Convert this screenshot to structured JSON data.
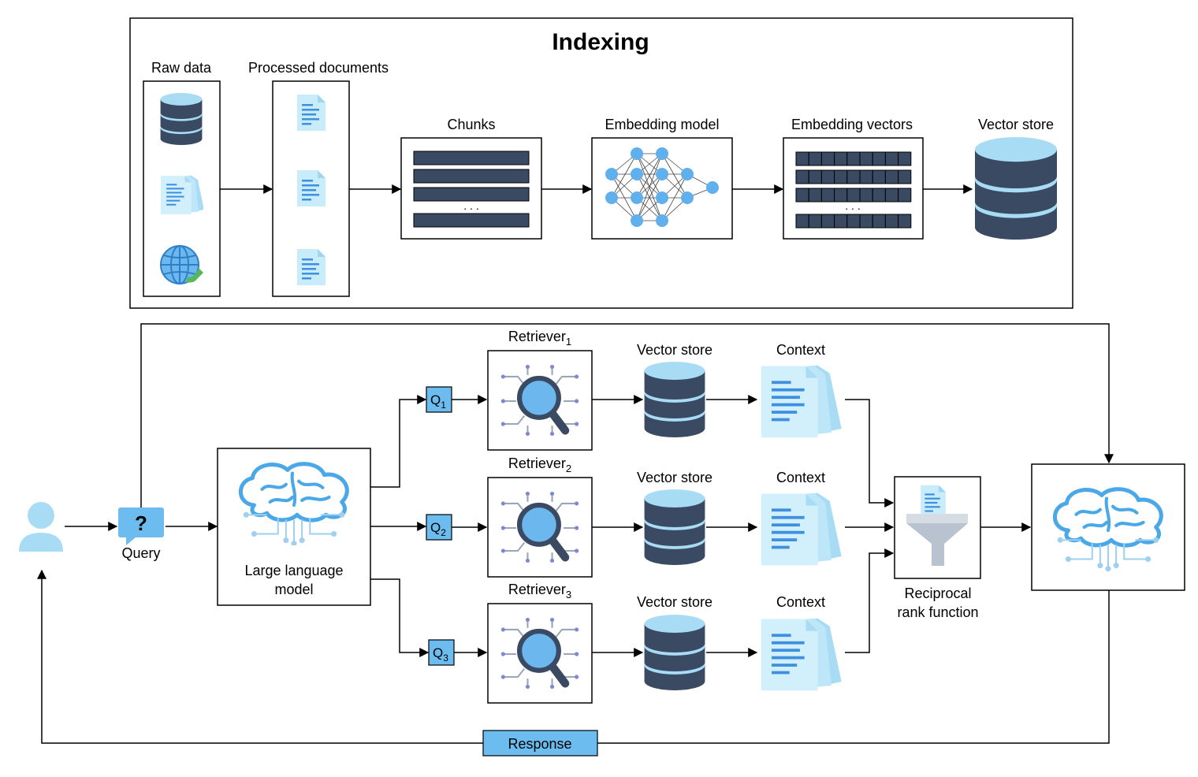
{
  "indexing": {
    "title": "Indexing",
    "raw_data": "Raw data",
    "processed_documents": "Processed documents",
    "chunks": "Chunks",
    "embedding_model": "Embedding model",
    "embedding_vectors": "Embedding vectors",
    "vector_store": "Vector store",
    "ellipsis": ". . ."
  },
  "retrieval": {
    "query": "Query",
    "query_icon": "?",
    "llm_line1": "Large language",
    "llm_line2": "model",
    "retrievers": [
      {
        "label": "Retriever",
        "sub": "1",
        "q": "Q",
        "q_sub": "1",
        "store": "Vector store",
        "context": "Context"
      },
      {
        "label": "Retriever",
        "sub": "2",
        "q": "Q",
        "q_sub": "2",
        "store": "Vector store",
        "context": "Context"
      },
      {
        "label": "Retriever",
        "sub": "3",
        "q": "Q",
        "q_sub": "3",
        "store": "Vector store",
        "context": "Context"
      }
    ],
    "rrf_line1": "Reciprocal",
    "rrf_line2": "rank function",
    "response": "Response"
  },
  "colors": {
    "db_dark": "#3b4a63",
    "db_light": "#a8dcf5",
    "node_blue": "#5fb0ec",
    "q_box": "#6cbcef",
    "response_box": "#6cbcef",
    "doc_light": "#c8ecfa",
    "doc_lines": "#3f8fe0"
  }
}
